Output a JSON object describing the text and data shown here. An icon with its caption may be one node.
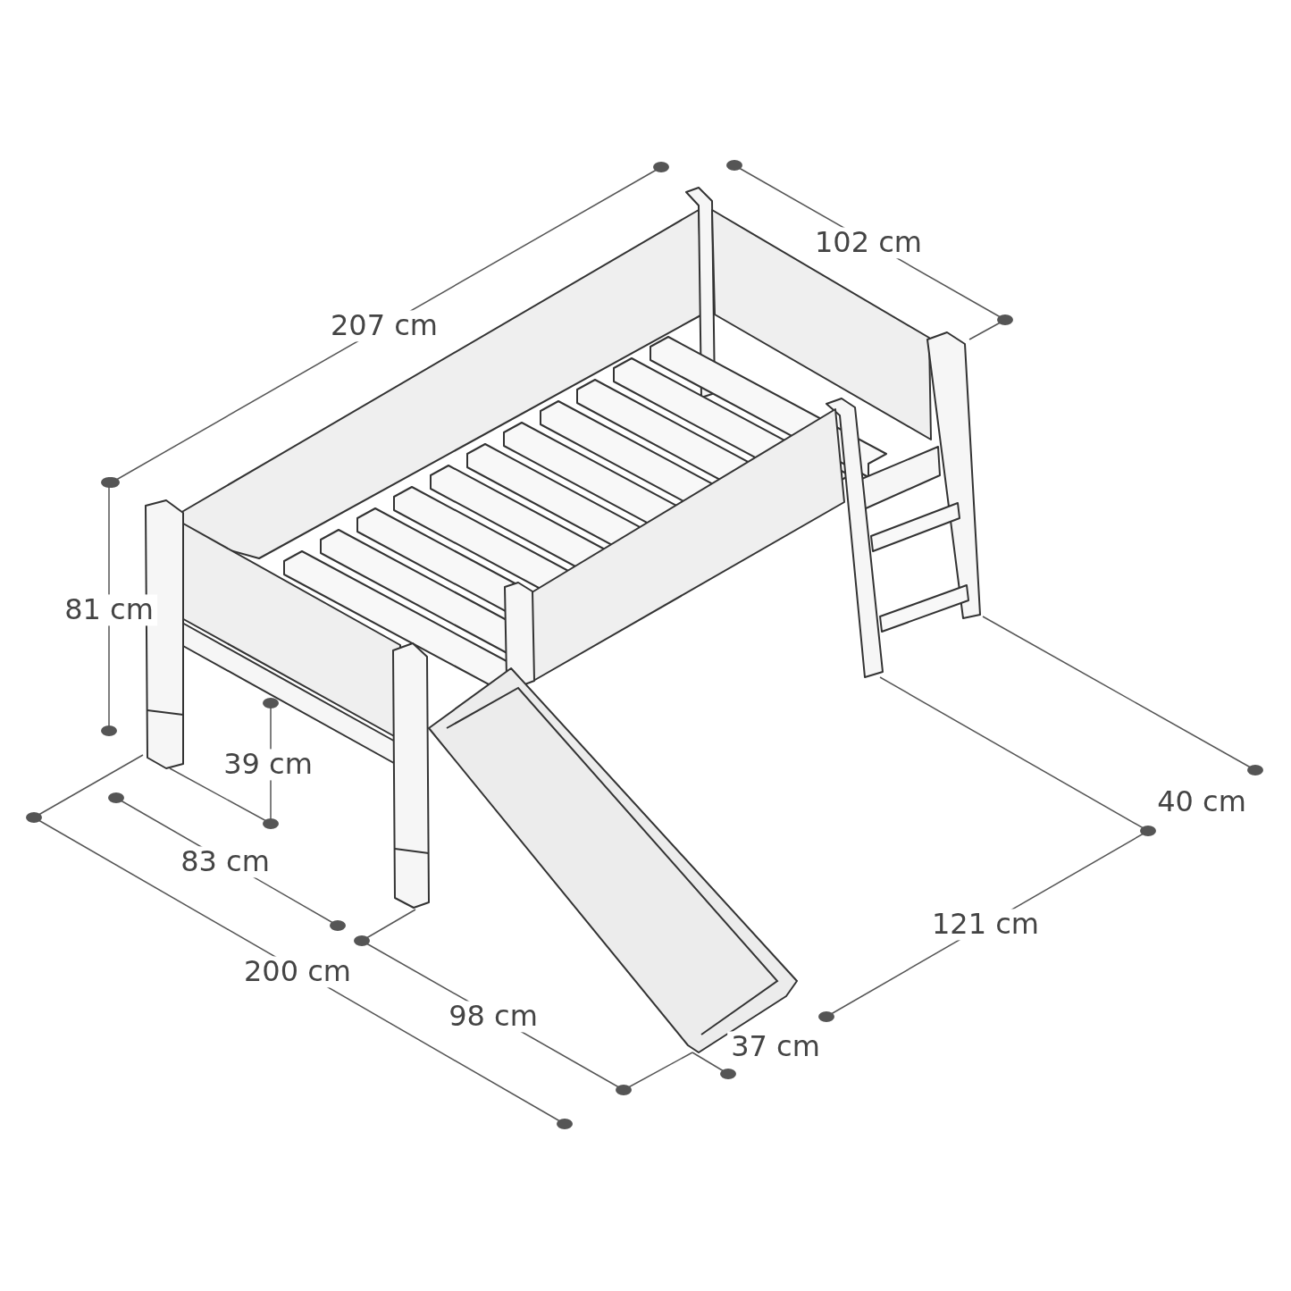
{
  "diagram": {
    "labels": [
      "102 cm",
      "207 cm",
      "81 cm",
      "39 cm",
      "40 cm",
      "83 cm",
      "121 cm",
      "200 cm",
      "98 cm",
      "37 cm"
    ]
  }
}
